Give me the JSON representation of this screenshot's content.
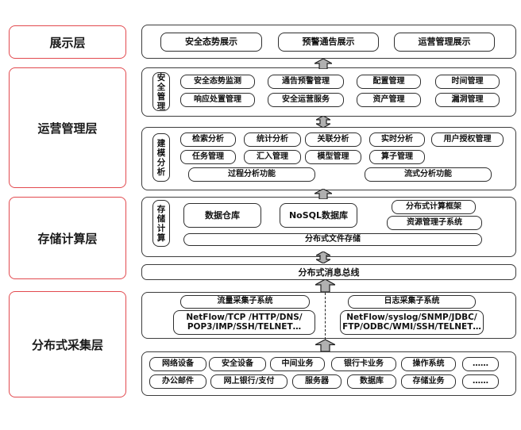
{
  "layers": {
    "presentation": "展示层",
    "operations": "运营管理层",
    "storage": "存储计算层",
    "collection": "分布式采集层"
  },
  "presentation": {
    "items": [
      "安全态势展示",
      "预警通告展示",
      "运营管理展示"
    ]
  },
  "security_mgmt": {
    "label": "安全管理",
    "row1": [
      "安全态势监测",
      "通告预警管理",
      "配置管理",
      "时间管理"
    ],
    "row2": [
      "响应处置管理",
      "安全运营服务",
      "资产管理",
      "漏洞管理"
    ]
  },
  "modeling": {
    "label": "建模分析",
    "row1": [
      "检索分析",
      "统计分析",
      "关联分析",
      "实时分析",
      "用户授权管理"
    ],
    "row2": [
      "任务管理",
      "汇入管理",
      "模型管理",
      "算子管理"
    ],
    "row3": [
      "过程分析功能",
      "流式分析功能"
    ]
  },
  "storage_compute": {
    "label": "存储计算",
    "warehouse": "数据仓库",
    "nosql": "NoSQL数据库",
    "framework": "分布式计算框架",
    "resource": "资源管理子系统",
    "file_storage": "分布式文件存储"
  },
  "message_bus": "分布式消息总线",
  "collection": {
    "traffic_title": "流量采集子系统",
    "traffic_protocols": "NetFlow/TCP /HTTP/DNS/ POP3/IMP/SSH/TELNET…",
    "log_title": "日志采集子系统",
    "log_protocols": "NetFlow/syslog/SNMP/JDBC/ FTP/ODBC/WMI/SSH/TELNET…"
  },
  "sources": {
    "row1": [
      "网络设备",
      "安全设备",
      "中间业务",
      "银行卡业务",
      "操作系统",
      "……"
    ],
    "row2": [
      "办公邮件",
      "网上银行/支付",
      "服务器",
      "数据库",
      "存储业务",
      "……"
    ]
  },
  "colors": {
    "layer_border": "#e24a4f",
    "box_border": "#2e2e2e",
    "arrow_fill": "#b0b0b0"
  }
}
